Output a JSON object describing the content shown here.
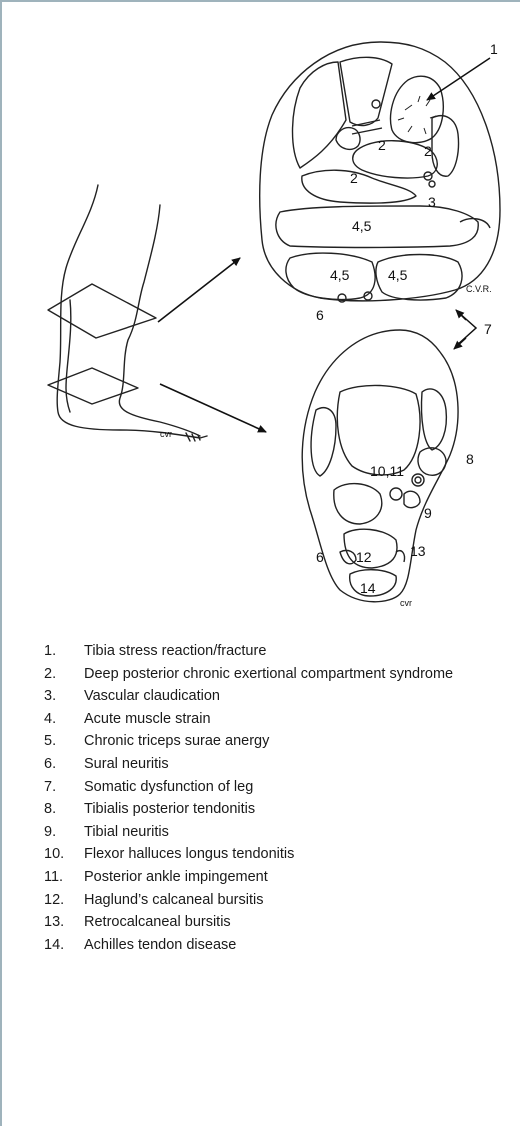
{
  "labels": {
    "cross_upper": [
      "1",
      "2",
      "2",
      "2",
      "3",
      "4,5",
      "4,5",
      "4,5",
      "6"
    ],
    "between": "7",
    "cross_lower": [
      "8",
      "10,11",
      "9",
      "6",
      "12",
      "13",
      "14"
    ]
  },
  "signatures": [
    "C.V.R.",
    "cvr",
    "cvr"
  ],
  "legend": [
    {
      "num": "1.",
      "text": "Tibia stress reaction/fracture"
    },
    {
      "num": "2.",
      "text": "Deep posterior chronic exertional compartment syndrome"
    },
    {
      "num": "3.",
      "text": "Vascular claudication"
    },
    {
      "num": "4.",
      "text": "Acute muscle strain"
    },
    {
      "num": "5.",
      "text": "Chronic triceps surae anergy"
    },
    {
      "num": "6.",
      "text": "Sural neuritis"
    },
    {
      "num": "7.",
      "text": "Somatic dysfunction of leg"
    },
    {
      "num": "8.",
      "text": "Tibialis posterior tendonitis"
    },
    {
      "num": "9.",
      "text": "Tibial neuritis"
    },
    {
      "num": "10.",
      "text": "Flexor halluces longus tendonitis"
    },
    {
      "num": "11.",
      "text": "Posterior ankle impingement"
    },
    {
      "num": "12.",
      "text": "Haglund’s calcaneal bursitis"
    },
    {
      "num": "13.",
      "text": "Retrocalcaneal bursitis"
    },
    {
      "num": "14.",
      "text": "Achilles tendon disease"
    }
  ]
}
